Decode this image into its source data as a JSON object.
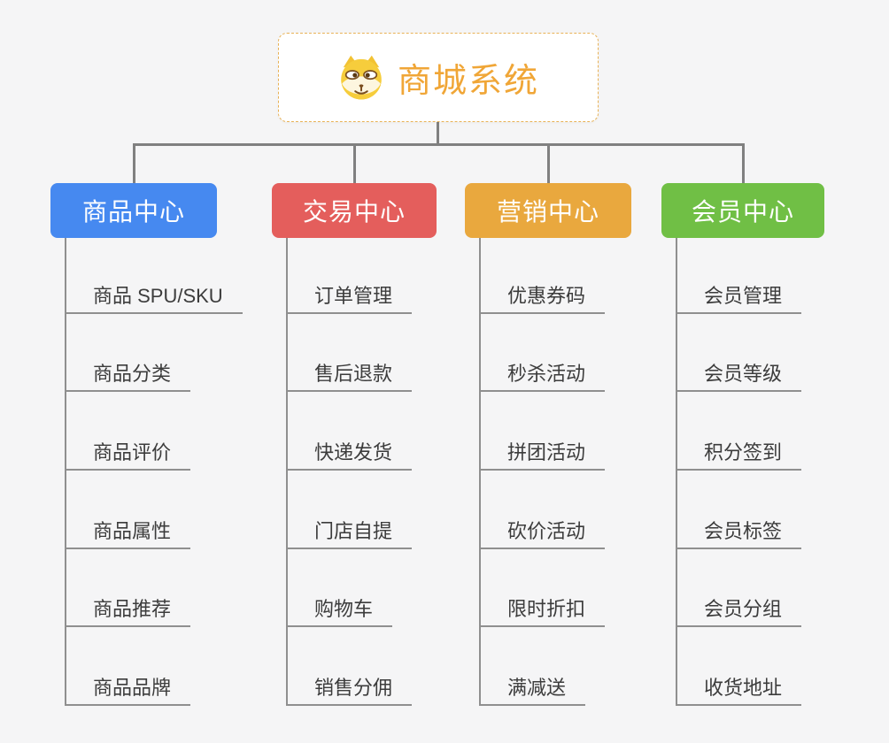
{
  "root": {
    "title": "商城系统",
    "icon": "doge-icon",
    "accent_color": "#f0a637",
    "background": "#ffffff",
    "border_color": "#e8b257"
  },
  "branches": [
    {
      "label": "商品中心",
      "color": "#4689f0",
      "items": [
        "商品 SPU/SKU",
        "商品分类",
        "商品评价",
        "商品属性",
        "商品推荐",
        "商品品牌"
      ]
    },
    {
      "label": "交易中心",
      "color": "#e45e5c",
      "items": [
        "订单管理",
        "售后退款",
        "快递发货",
        "门店自提",
        "购物车",
        "销售分佣"
      ]
    },
    {
      "label": "营销中心",
      "color": "#e9a83e",
      "items": [
        "优惠券码",
        "秒杀活动",
        "拼团活动",
        "砍价活动",
        "限时折扣",
        "满减送"
      ]
    },
    {
      "label": "会员中心",
      "color": "#70bf45",
      "items": [
        "会员管理",
        "会员等级",
        "积分签到",
        "会员标签",
        "会员分组",
        "收货地址"
      ]
    }
  ],
  "branch_label_color": "#ffffff",
  "connector_color": "#808080",
  "item_text_color": "#3c3c3c",
  "item_line_color": "#8f8f8f",
  "canvas_background": "#f5f5f6"
}
